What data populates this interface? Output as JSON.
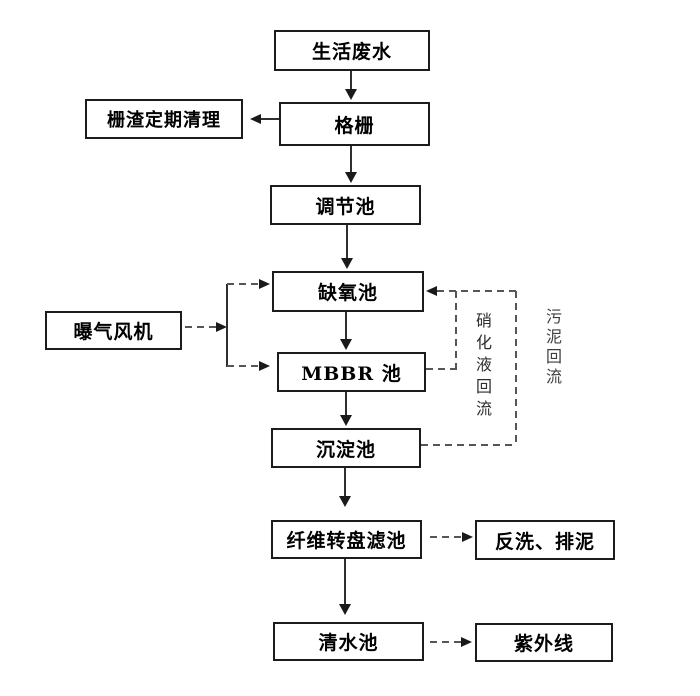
{
  "nodes": {
    "domestic_wastewater": {
      "label": "生活废水"
    },
    "bar_screen": {
      "label": "格栅"
    },
    "screenings_cleanup": {
      "label": "栅渣定期清理"
    },
    "equalization_tank": {
      "label": "调节池"
    },
    "anoxic_tank": {
      "label": "缺氧池"
    },
    "aeration_blower": {
      "label": "曝气风机"
    },
    "mbbr_tank": {
      "label": "MBBR 池"
    },
    "sedimentation_tank": {
      "label": "沉淀池"
    },
    "fiber_disc_filter": {
      "label": "纤维转盘滤池"
    },
    "backwash_sludge_discharge": {
      "label": "反洗、排泥"
    },
    "clean_water_tank": {
      "label": "清水池"
    },
    "uv_disinfection": {
      "label": "紫外线"
    }
  },
  "edge_labels": {
    "nitrified_liquor_recycle": "硝化液回流",
    "sludge_recycle": "污泥回流"
  },
  "colors": {
    "background": "#ffffff",
    "box_border": "#1c1c1c",
    "solid_line": "#2f2f2f",
    "dashed_line": "#565656",
    "text": "#000000"
  }
}
